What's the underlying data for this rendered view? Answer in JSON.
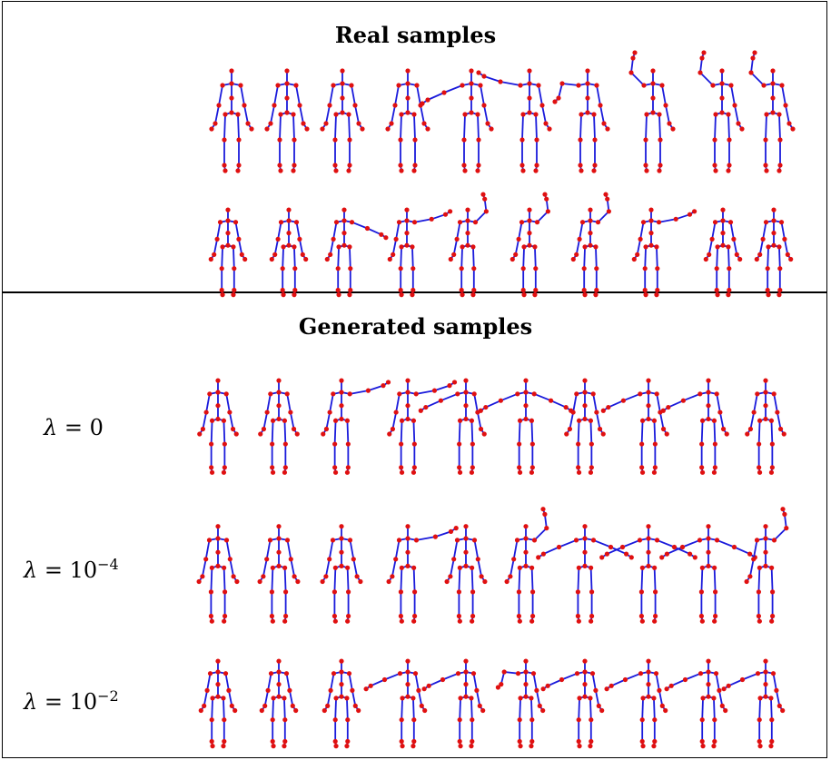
{
  "figure": {
    "real_title": "Real samples",
    "generated_title": "Generated samples",
    "rows": [
      {
        "label": null,
        "section": "real"
      },
      {
        "label": null,
        "section": "real"
      },
      {
        "label": {
          "lhs": "λ",
          "eq": " = ",
          "base": "0",
          "exp": ""
        },
        "section": "generated"
      },
      {
        "label": {
          "lhs": "λ",
          "eq": " = ",
          "base": "10",
          "exp": "−4"
        },
        "section": "generated"
      },
      {
        "label": {
          "lhs": "λ",
          "eq": " = ",
          "base": "10",
          "exp": "−2"
        },
        "section": "generated"
      }
    ],
    "colors": {
      "bone": "#1a1adb",
      "joint": "#e01010",
      "border": "#000000"
    },
    "skeletons_per_row": 10,
    "pose_descriptors": [
      [
        "arms-down",
        "arms-down",
        "arms-down",
        "arms-down",
        "left-arm-out",
        "left-arm-out-high",
        "left-arm-bent",
        "left-arm-raised",
        "left-arm-raised",
        "left-arm-raised"
      ],
      [
        "arms-down",
        "arms-down",
        "right-arm-out",
        "right-arm-out-high",
        "right-arm-raised",
        "right-arm-raised",
        "right-arm-raised",
        "right-arm-out-high",
        "arms-down",
        "arms-down"
      ],
      [
        "arms-down",
        "arms-down",
        "right-arm-out-high",
        "right-arm-out-high",
        "left-arm-out",
        "arms-out",
        "arms-down",
        "left-arm-out",
        "left-arm-out",
        "arms-down"
      ],
      [
        "arms-down",
        "arms-down",
        "arms-down",
        "right-arm-out-high",
        "arms-down",
        "right-arm-raised",
        "arms-out",
        "arms-out",
        "arms-out",
        "right-arm-raised"
      ],
      [
        "arms-down",
        "arms-down",
        "arms-down",
        "left-arm-out",
        "left-arm-out",
        "left-arm-bent",
        "left-arm-out",
        "left-arm-out",
        "left-arm-out",
        "left-arm-out"
      ]
    ]
  }
}
